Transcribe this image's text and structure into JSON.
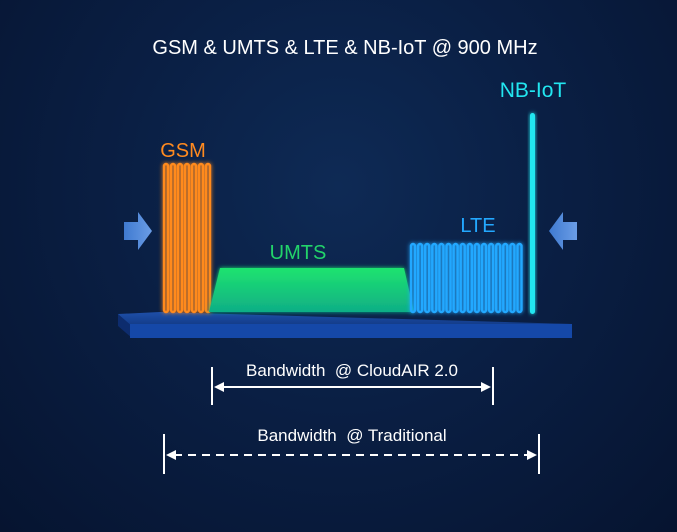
{
  "title": "GSM & UMTS & LTE & NB-IoT @ 900 MHz",
  "bands": {
    "gsm": {
      "label": "GSM",
      "color": "#ff8a1f"
    },
    "umts": {
      "label": "UMTS",
      "color": "#22d36a"
    },
    "lte": {
      "label": "LTE",
      "color": "#23a8ff"
    },
    "nbiot": {
      "label": "NB-IoT",
      "color": "#22e6f0"
    }
  },
  "bandwidth": {
    "cloudair": "Bandwidth  @ CloudAIR 2.0",
    "traditional": "Bandwidth  @ Traditional"
  },
  "icons": {
    "left_arrow": "arrow-right-icon",
    "right_arrow": "arrow-left-icon"
  }
}
